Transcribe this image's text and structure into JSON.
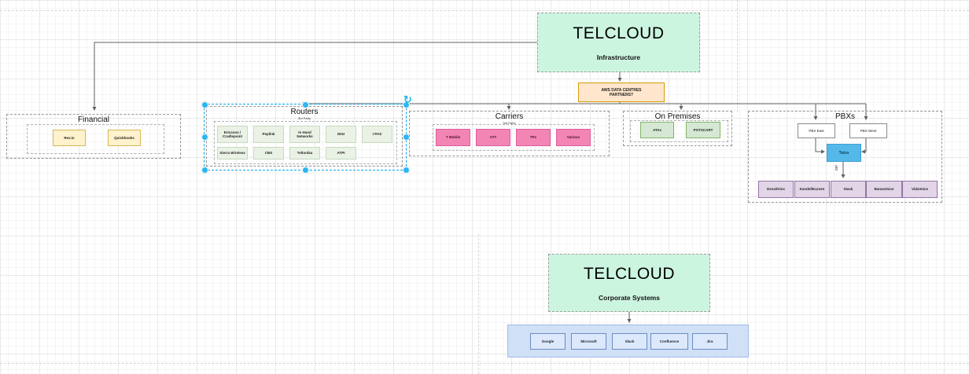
{
  "palette": {
    "mint_fill": "#ccf5e0",
    "orange_fill": "#ffe6cc",
    "orange_border": "#d79b00",
    "yellow_fill": "#fff2cc",
    "yellow_border": "#d6b656",
    "router_green_fill": "#eaf2e6",
    "carrier_pink_fill": "#f285b4",
    "onprem_green_fill": "#d5e8d4",
    "onprem_green_border": "#82b366",
    "purple_fill": "#e1d5e7",
    "purple_border": "#9673a6",
    "hub_blue_fill": "#54b9e9",
    "corporate_blue_fill": "#cfe0f7",
    "corporate_item_fill": "#dae8fc",
    "selection_blue": "#29b6f2",
    "edge_color": "#616161"
  },
  "infrastructure": {
    "title": "TELCLOUD",
    "subtitle": "Infrastructure"
  },
  "aws": {
    "label": "AWS DATA CENTRES\nPARTNERS?"
  },
  "financial": {
    "title": "Financial",
    "items": [
      "Rev.io",
      "Quickbooks"
    ]
  },
  "routers": {
    "title": "Routers",
    "subtitle": "3rd Party",
    "row1": [
      "Ericsson /\nCradlepoint",
      "Peplink",
      "In Hand\nNetworks",
      "DIGI",
      "I PAS"
    ],
    "row2": [
      "Sierra Wireless",
      "CBS",
      "Teltonika",
      "ATPI"
    ]
  },
  "carriers": {
    "title": "Carriers",
    "subtitle": "3rd Party",
    "items": [
      "T Mobile",
      "ATT",
      "TPx",
      "Various"
    ]
  },
  "on_premises": {
    "title": "On Premises",
    "items": [
      "ATAs",
      "POTSCART"
    ]
  },
  "pbxs": {
    "title": "PBXs",
    "east": "PBX East",
    "west": "PBX West",
    "hub": "Telco",
    "edge_label": "SIP",
    "platforms": [
      "Dessi/Kiss",
      "KandellKursen",
      "Stack",
      "BanzaVoice",
      "VidaVoice"
    ]
  },
  "corporate": {
    "title": "TELCLOUD",
    "subtitle": "Corporate Systems",
    "systems": [
      "Google",
      "Microsoft",
      "Slack",
      "Confluence",
      "Jira"
    ]
  }
}
